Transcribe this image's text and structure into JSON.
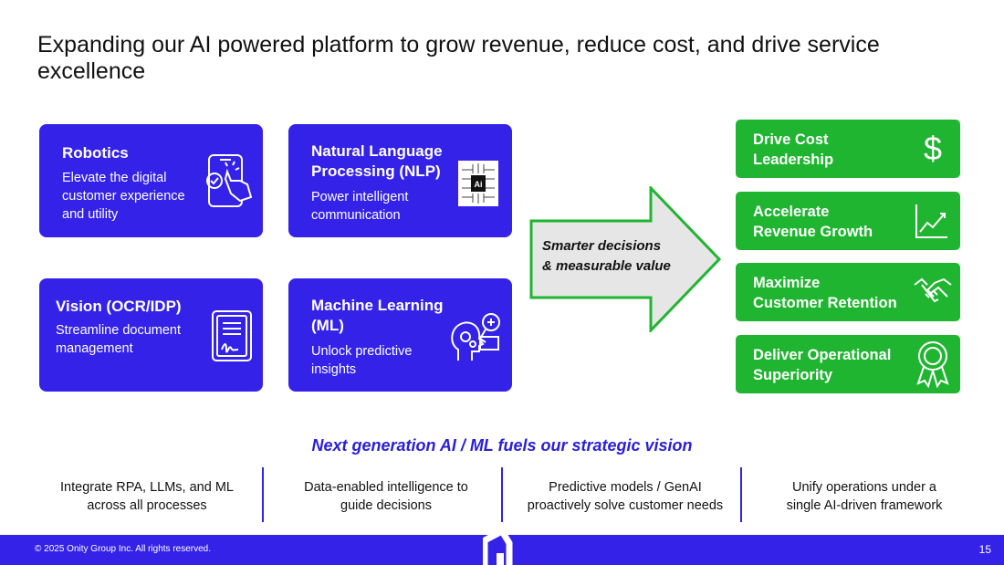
{
  "title": "Expanding our AI powered platform to grow revenue, reduce cost, and drive service excellence",
  "cards": [
    {
      "title": "Robotics",
      "desc": "Elevate the digital customer experience and utility",
      "icon": "phone-tap-icon"
    },
    {
      "title": "Natural Language Processing (NLP)",
      "desc": "Power intelligent communication",
      "icon": "ai-chip-icon"
    },
    {
      "title": "Vision (OCR/IDP)",
      "desc": "Streamline document management",
      "icon": "signed-document-icon"
    },
    {
      "title": "Machine Learning (ML)",
      "desc": "Unlock predictive insights",
      "icon": "head-gears-icon"
    }
  ],
  "arrow": {
    "line1": "Smarter decisions",
    "line2": "& measurable value"
  },
  "outcomes": [
    {
      "line1": "Drive Cost",
      "line2": "Leadership",
      "icon": "dollar-icon"
    },
    {
      "line1": "Accelerate",
      "line2": "Revenue Growth",
      "icon": "growth-chart-icon"
    },
    {
      "line1": "Maximize",
      "line2": "Customer Retention",
      "icon": "handshake-icon"
    },
    {
      "line1": "Deliver Operational",
      "line2": "Superiority",
      "icon": "award-ribbon-icon"
    }
  ],
  "vision": "Next generation AI / ML fuels our strategic vision",
  "pillars": [
    {
      "line1": "Integrate RPA, LLMs, and ML",
      "line2": "across all processes"
    },
    {
      "line1": "Data-enabled intelligence to",
      "line2": "guide decisions"
    },
    {
      "line1": "Predictive models / GenAI",
      "line2": "proactively solve customer needs"
    },
    {
      "line1": "Unify operations under a",
      "line2": "single AI-driven framework"
    }
  ],
  "footer": {
    "copyright": "© 2025 Onity Group Inc. All rights reserved.",
    "page": "15"
  },
  "colors": {
    "brand_blue": "#3422e8",
    "green": "#1fb530"
  }
}
